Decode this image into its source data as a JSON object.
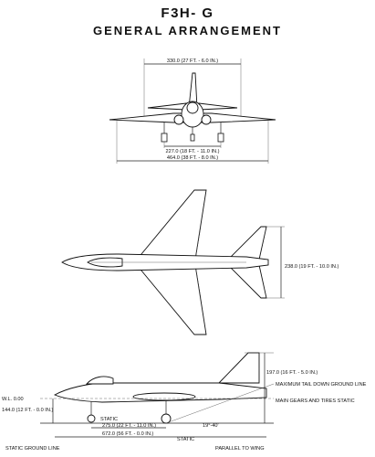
{
  "title": "F3H- G",
  "subtitle": "GENERAL ARRANGEMENT",
  "front_view": {
    "span_label": "330.0 (27 FT. - 6.0 IN.)",
    "track_label": "227.0 (18 FT. - 11.0 IN.)",
    "stab_label": "464.0 (38 FT. - 8.0 IN.)"
  },
  "plan_view": {
    "length_label": "238.0 (19 FT. - 10.0 IN.)"
  },
  "side_view": {
    "height_label": "197.0 (16 FT. - 5.0 IN.)",
    "wl_label": "W.L. 0.00",
    "ground_height_label": "144.0 (12 FT. - 0.0 IN.)",
    "static_label": "STATIC",
    "dim_275_label": "275.0 (22 FT. - 11.0 IN.)",
    "dim_672_label": "672.0 (56 FT. - 0.0 IN.)",
    "angle_label": "19°-40'",
    "max_tail_label": "MAXIMUM TAIL DOWN GROUND LINE",
    "main_gears_label": "MAIN GEARS AND TIRES STATIC",
    "static_ground_label": "STATIC GROUND LINE",
    "static2_label": "STATIC",
    "parallel_label": "PARALLEL TO WING"
  }
}
